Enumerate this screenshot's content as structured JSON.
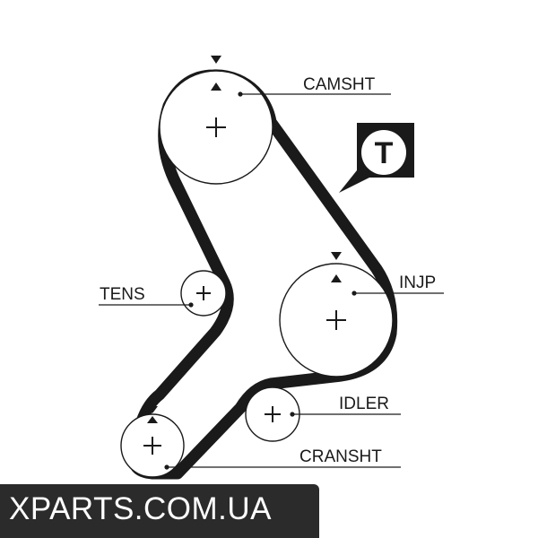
{
  "labels": {
    "camshaft": "CAMSHT",
    "tensioner": "TENS",
    "injection_pump": "INJP",
    "idler": "IDLER",
    "crankshaft": "CRANSHT"
  },
  "badge": {
    "letter": "T",
    "icon": "tensioner-badge-icon"
  },
  "watermark": {
    "text": "XPARTS.COM.UA"
  },
  "colors": {
    "line": "#1a1a1a",
    "background": "#ffffff",
    "watermark_bg": "#2b2b2b",
    "watermark_text": "#ffffff"
  }
}
